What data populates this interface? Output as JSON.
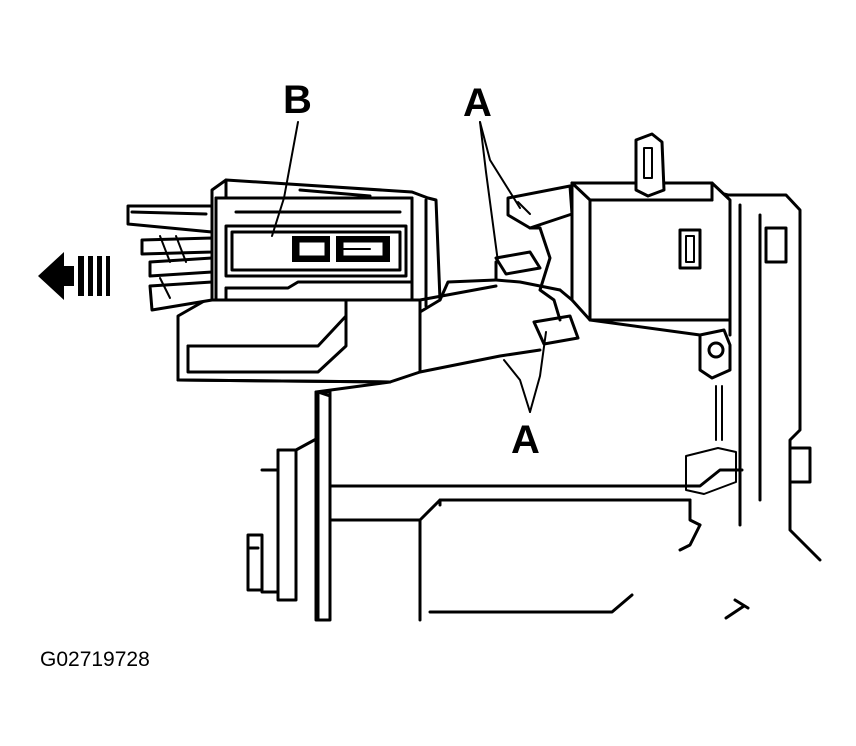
{
  "callouts": {
    "b": "B",
    "a_top": "A",
    "a_bottom": "A"
  },
  "figure_id": "G02719728",
  "icons": {
    "removal_direction": "left-arrow-icon"
  },
  "colors": {
    "line": "#000000",
    "background": "#ffffff"
  }
}
